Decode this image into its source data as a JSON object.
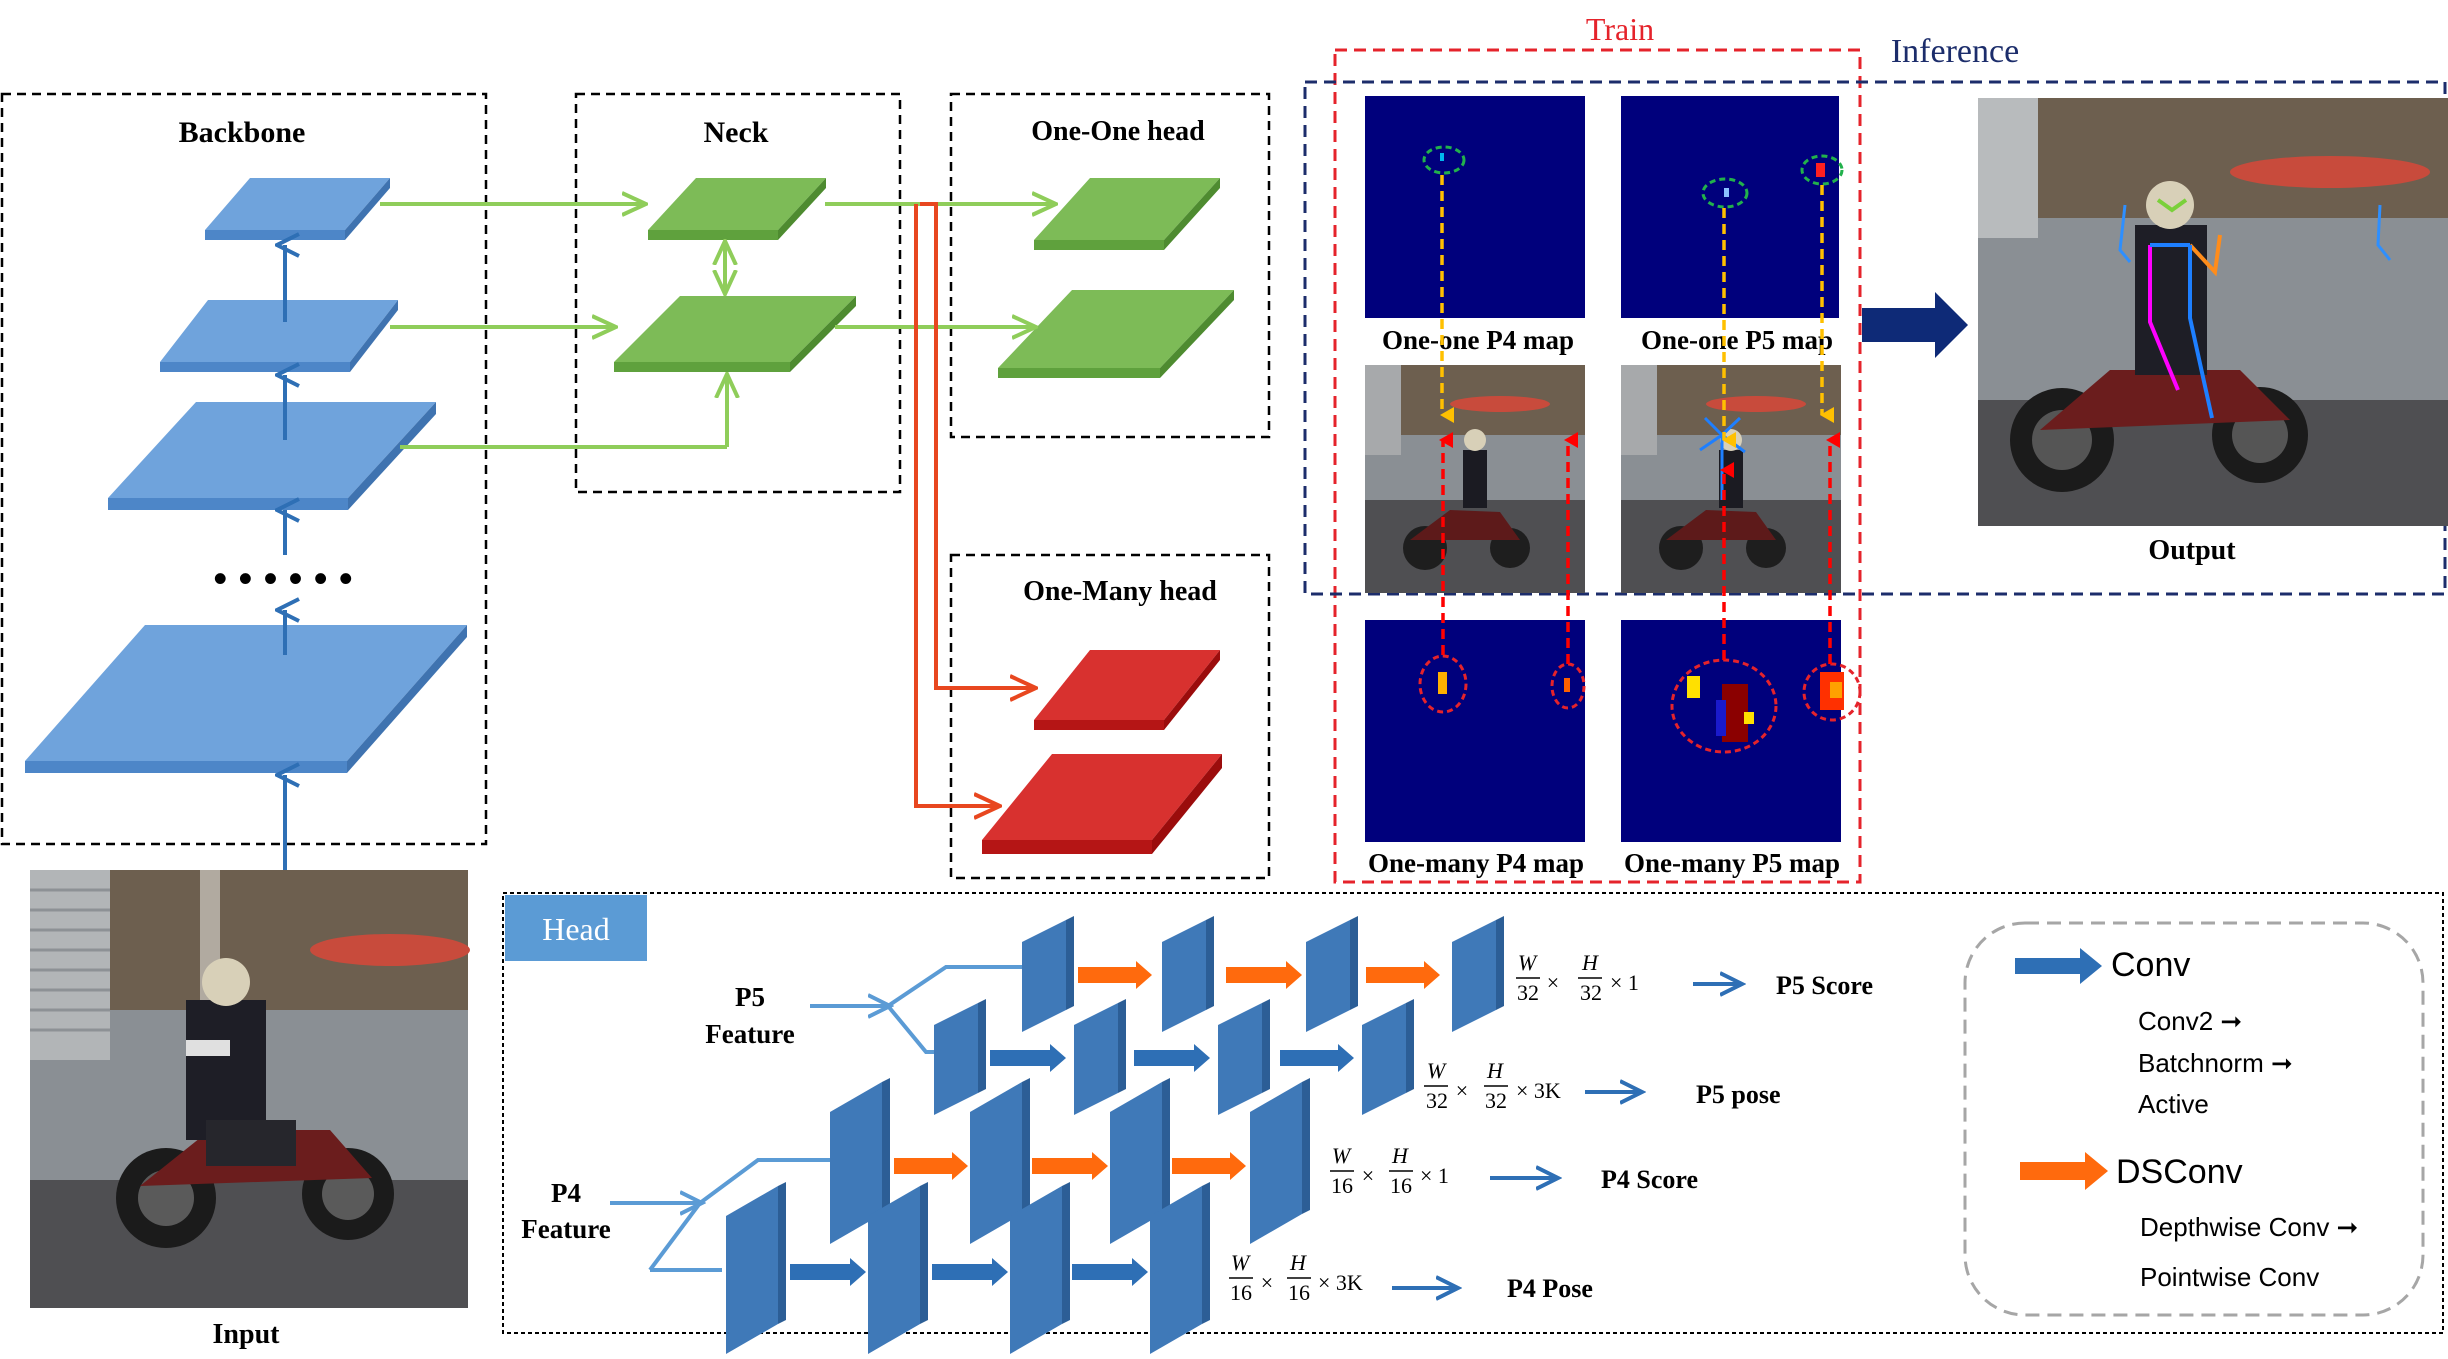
{
  "backbone": {
    "title": "Backbone"
  },
  "neck": {
    "title": "Neck"
  },
  "heads": {
    "one_one": "One-One head",
    "one_many": "One-Many head"
  },
  "train_label": "Train",
  "inference_label": "Inference",
  "maps": {
    "one_one_p4": "One-one P4 map",
    "one_one_p5": "One-one P5 map",
    "one_many_p4": "One-many P4 map",
    "one_many_p5": "One-many P5 map"
  },
  "output_label": "Output",
  "input_label": "Input",
  "head_section": {
    "title": "Head",
    "p5_feature": [
      "P5",
      "Feature"
    ],
    "p4_feature": [
      "P4",
      "Feature"
    ],
    "outputs": {
      "p5_score": {
        "label": "P5 Score",
        "w": "W",
        "wd": "32",
        "h": "H",
        "hd": "32",
        "tail": "× 1"
      },
      "p5_pose": {
        "label": "P5 pose",
        "w": "W",
        "wd": "32",
        "h": "H",
        "hd": "32",
        "tail": "× 3K"
      },
      "p4_score": {
        "label": "P4 Score",
        "w": "W",
        "wd": "16",
        "h": "H",
        "hd": "16",
        "tail": "× 1"
      },
      "p4_pose": {
        "label": "P4 Pose",
        "w": "W",
        "wd": "16",
        "h": "H",
        "hd": "16",
        "tail": "× 3K"
      }
    }
  },
  "legend": {
    "conv": "Conv",
    "conv_items": [
      "Conv2 ➞",
      "Batchnorm ➞",
      "Active"
    ],
    "dsconv": "DSConv",
    "dsconv_items": [
      "Depthwise Conv ➞",
      "Pointwise Conv"
    ]
  },
  "colors": {
    "blue_layer": "#6fa3dc",
    "green_layer": "#7dbb57",
    "red_layer": "#d8312f",
    "green_arrow": "#8fcd5a",
    "red_arrow": "#e8471f",
    "map_bg": "#00007c",
    "conv_arrow": "#2e6fb5",
    "dsconv_arrow": "#ff6a0d",
    "train_border": "#e5232b",
    "inference_border": "#1c2d6b"
  }
}
